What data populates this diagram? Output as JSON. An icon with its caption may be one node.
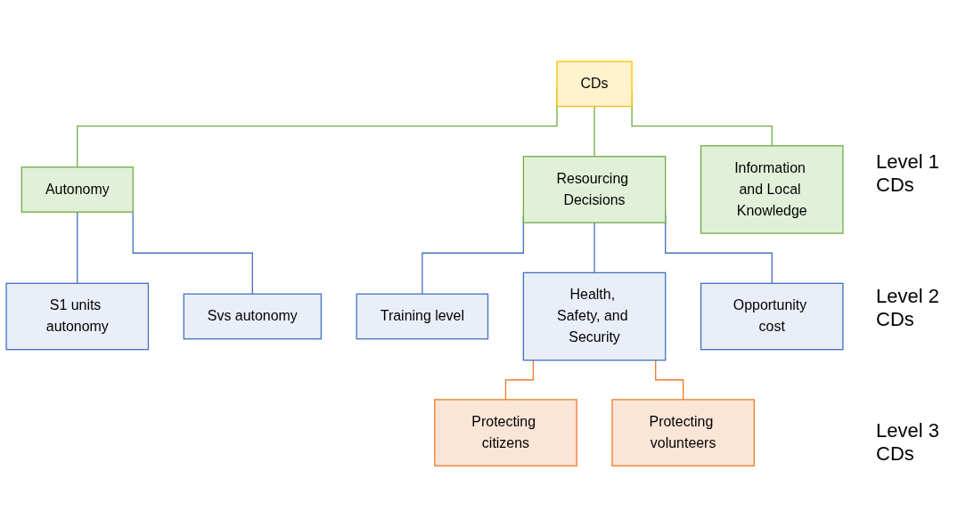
{
  "diagram": {
    "nodes": [
      {
        "text": [
          "CDs"
        ]
      },
      {
        "text": [
          "Autonomy"
        ]
      },
      {
        "text": [
          "Resourcing Decisions"
        ]
      },
      {
        "text": [
          "Information and Local Knowledge"
        ]
      },
      {
        "text": [
          "S1 units autonomy"
        ]
      },
      {
        "text": [
          "Svs autonomy"
        ]
      },
      {
        "text": [
          "Training level"
        ]
      },
      {
        "text": [
          "Health, Safety, and Security"
        ]
      },
      {
        "text": [
          "Opportunity cost"
        ]
      },
      {
        "text": [
          "Protecting citizens"
        ]
      },
      {
        "text": [
          "Protecting volunteers"
        ]
      }
    ],
    "edges": [
      {
        "from": 0,
        "to": 1,
        "arrow": "none",
        "color": "#70ad47"
      },
      {
        "from": 0,
        "to": 2,
        "arrow": "none",
        "color": "#70ad47"
      },
      {
        "from": 0,
        "to": 3,
        "arrow": "none",
        "color": "#70ad47"
      },
      {
        "from": 1,
        "to": 4,
        "arrow": "none"
      },
      {
        "from": 1,
        "to": 5,
        "arrow": "none"
      },
      {
        "from": 2,
        "to": 6,
        "arrow": "none"
      },
      {
        "from": 2,
        "to": 7,
        "arrow": "none"
      },
      {
        "from": 2,
        "to": 8,
        "arrow": "none"
      },
      {
        "from": 7,
        "to": 9,
        "arrow": "none",
        "color": "#ed7d31"
      },
      {
        "from": 7,
        "to": 10,
        "arrow": "none",
        "color": "#ed7d31"
      }
    ],
    "labels": [
      "Level 1 CDs",
      "Level 2 CDs",
      "Level 3 CDs"
    ]
  }
}
